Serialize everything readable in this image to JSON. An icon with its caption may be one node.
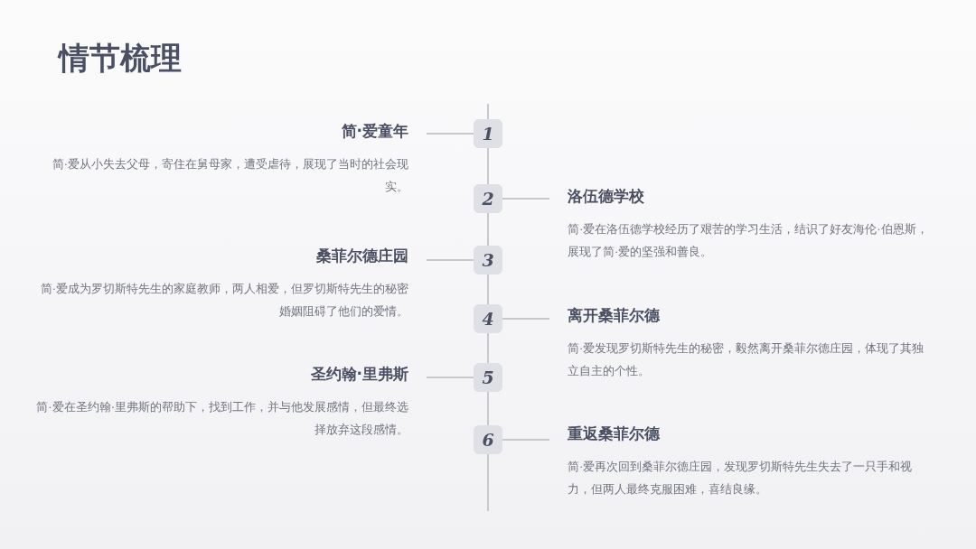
{
  "diagram": {
    "title": "情节梳理",
    "nodes": [
      {
        "text": [
          "1"
        ]
      },
      {
        "text": [
          "2"
        ]
      },
      {
        "text": [
          "3"
        ]
      },
      {
        "text": [
          "4"
        ]
      },
      {
        "text": [
          "5"
        ]
      },
      {
        "text": [
          "6"
        ]
      },
      {
        "text": [
          "简·爱童年",
          "简·爱从小失去父母，寄住在舅母家，遭受虐待，展现了当时的社会现实。"
        ]
      },
      {
        "text": [
          "洛伍德学校",
          "简·爱在洛伍德学校经历了艰苦的学习生活，结识了好友海伦·伯恩斯，展现了简·爱的坚强和善良。"
        ]
      },
      {
        "text": [
          "桑菲尔德庄园",
          "简·爱成为罗切斯特先生的家庭教师，两人相爱，但罗切斯特先生的秘密婚姻阻碍了他们的爱情。"
        ]
      },
      {
        "text": [
          "离开桑菲尔德",
          "简·爱发现罗切斯特先生的秘密，毅然离开桑菲尔德庄园，体现了其独立自主的个性。"
        ]
      },
      {
        "text": [
          "圣约翰·里弗斯",
          "简·爱在圣约翰·里弗斯的帮助下，找到工作，并与他发展感情，但最终选择放弃这段感情。"
        ]
      },
      {
        "text": [
          "重返桑菲尔德",
          "简·爱再次回到桑菲尔德庄园，发现罗切斯特先生失去了一只手和视力，但两人最终克服困难，喜结良缘。"
        ]
      }
    ],
    "edges": [
      {
        "from": null,
        "to": 0,
        "arrow": "none"
      },
      {
        "from": 0,
        "to": 1,
        "arrow": "none"
      },
      {
        "from": 1,
        "to": 2,
        "arrow": "none"
      },
      {
        "from": 2,
        "to": 3,
        "arrow": "none"
      },
      {
        "from": 3,
        "to": 4,
        "arrow": "none"
      },
      {
        "from": 4,
        "to": 5,
        "arrow": "none"
      },
      {
        "from": 5,
        "to": null,
        "arrow": "none"
      },
      {
        "from": 0,
        "to": 6,
        "arrow": "none"
      },
      {
        "from": 1,
        "to": 7,
        "arrow": "none"
      },
      {
        "from": 2,
        "to": 8,
        "arrow": "none"
      },
      {
        "from": 3,
        "to": 9,
        "arrow": "none"
      },
      {
        "from": 4,
        "to": 10,
        "arrow": "none"
      },
      {
        "from": 5,
        "to": 11,
        "arrow": "none"
      }
    ]
  }
}
